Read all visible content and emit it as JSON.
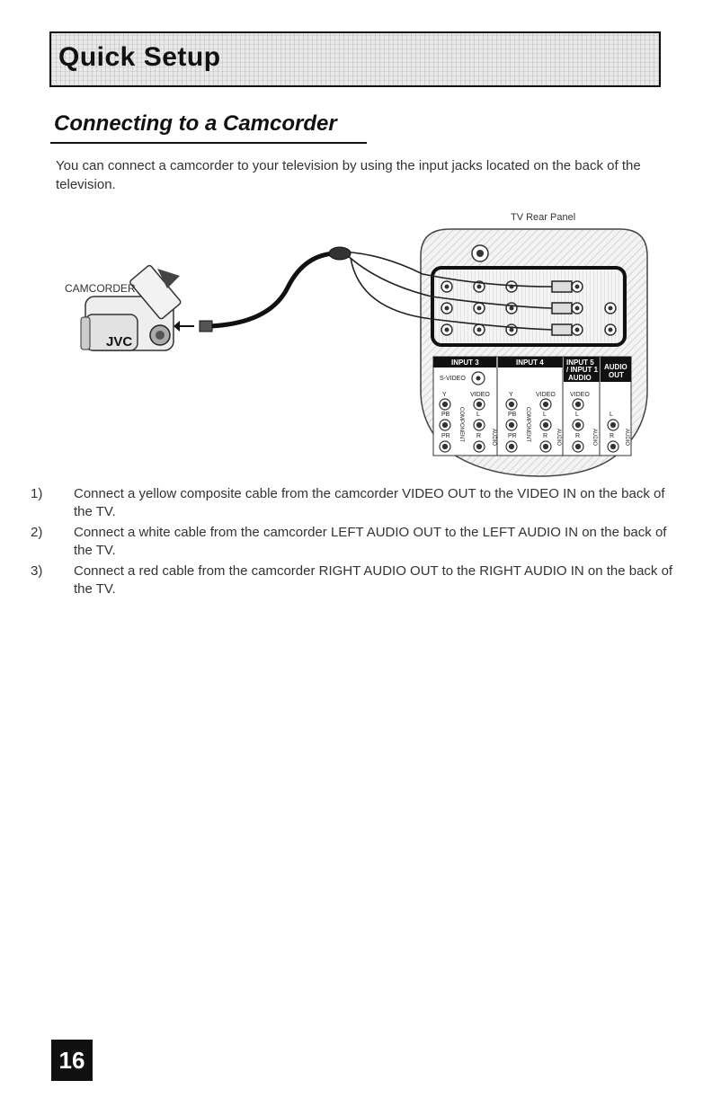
{
  "header": {
    "title": "Quick Setup"
  },
  "section": {
    "title": "Connecting to a Camcorder"
  },
  "intro": "You can connect a camcorder to your television by using the input jacks located on the back of the television.",
  "diagram": {
    "panel_label": "TV Rear Panel",
    "camcorder_label": "CAMCORDER",
    "camcorder_brand": "JVC",
    "input3": "INPUT 3",
    "input4": "INPUT 4",
    "input5_line1": "INPUT 5",
    "input5_line2": "/ INPUT 1",
    "input5_audio": "AUDIO",
    "audio_out_line1": "AUDIO",
    "audio_out_line2": "OUT",
    "svideo": "S-VIDEO",
    "y": "Y",
    "video": "VIDEO",
    "pb": "PB",
    "pr": "PR",
    "l": "L",
    "r": "R",
    "component": "COMPONENT",
    "audio": "AUDIO"
  },
  "steps": [
    {
      "num": "1)",
      "text": "Connect a yellow composite cable from the camcorder VIDEO OUT to the VIDEO IN on the back of the TV."
    },
    {
      "num": "2)",
      "text": "Connect a white cable from the camcorder LEFT AUDIO OUT to the LEFT AUDIO IN on the back of the TV."
    },
    {
      "num": "3)",
      "text": "Connect a red cable from the camcorder RIGHT AUDIO OUT to the RIGHT AUDIO IN on the back of the TV."
    }
  ],
  "page_number": "16"
}
